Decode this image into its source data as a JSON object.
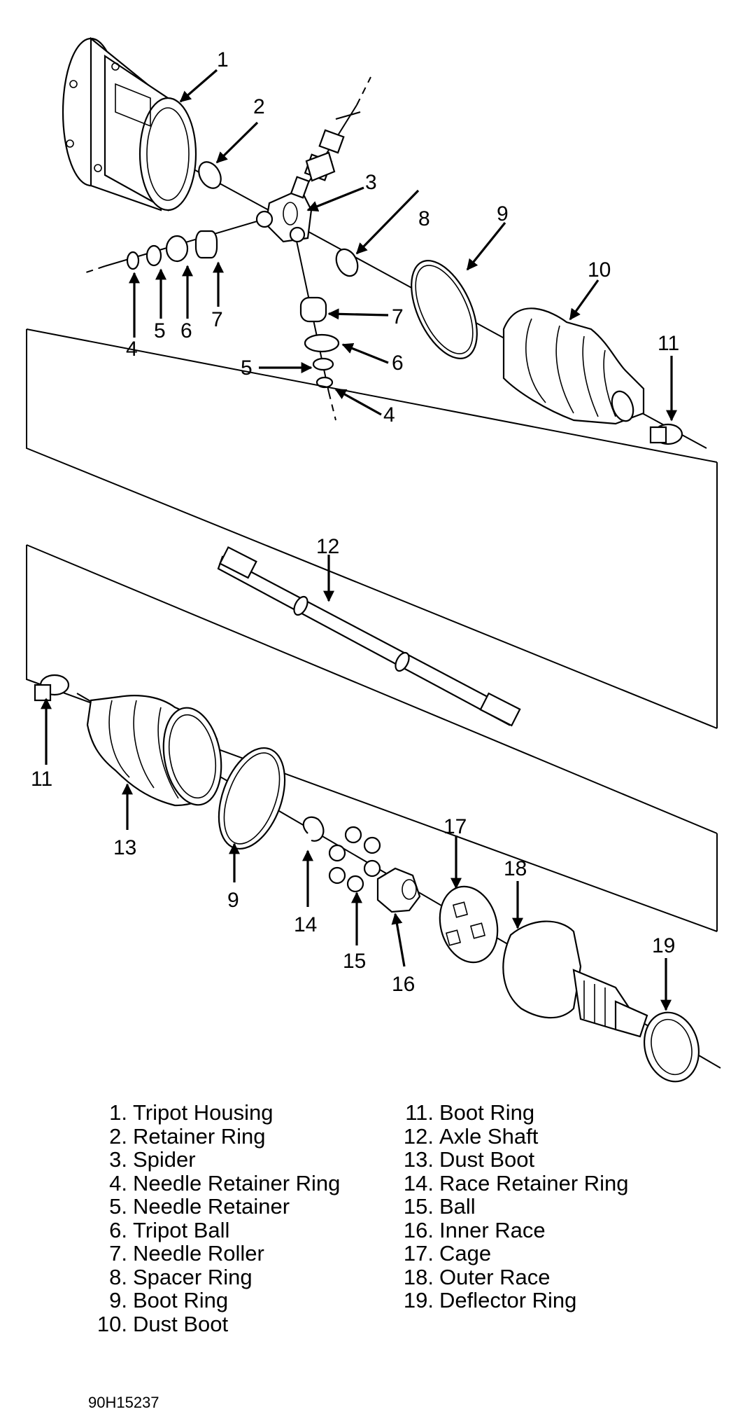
{
  "callouts": [
    "1",
    "2",
    "3",
    "4",
    "5",
    "6",
    "7",
    "8",
    "9",
    "10",
    "11",
    "12",
    "13",
    "14",
    "15",
    "16",
    "17",
    "18",
    "19"
  ],
  "legend": {
    "left": [
      {
        "num": "1.",
        "text": "Tripot Housing"
      },
      {
        "num": "2.",
        "text": "Retainer Ring"
      },
      {
        "num": "3.",
        "text": "Spider"
      },
      {
        "num": "4.",
        "text": "Needle Retainer Ring"
      },
      {
        "num": "5.",
        "text": "Needle Retainer"
      },
      {
        "num": "6.",
        "text": "Tripot Ball"
      },
      {
        "num": "7.",
        "text": "Needle Roller"
      },
      {
        "num": "8.",
        "text": "Spacer Ring"
      },
      {
        "num": "9.",
        "text": "Boot Ring"
      },
      {
        "num": "10.",
        "text": "Dust Boot"
      }
    ],
    "right": [
      {
        "num": "11.",
        "text": "Boot Ring"
      },
      {
        "num": "12.",
        "text": "Axle Shaft"
      },
      {
        "num": "13.",
        "text": "Dust Boot"
      },
      {
        "num": "14.",
        "text": "Race Retainer Ring"
      },
      {
        "num": "15.",
        "text": "Ball"
      },
      {
        "num": "16.",
        "text": "Inner Race"
      },
      {
        "num": "17.",
        "text": "Cage"
      },
      {
        "num": "18.",
        "text": "Outer Race"
      },
      {
        "num": "19.",
        "text": "Deflector Ring"
      }
    ]
  },
  "figure_code": "90H15237"
}
